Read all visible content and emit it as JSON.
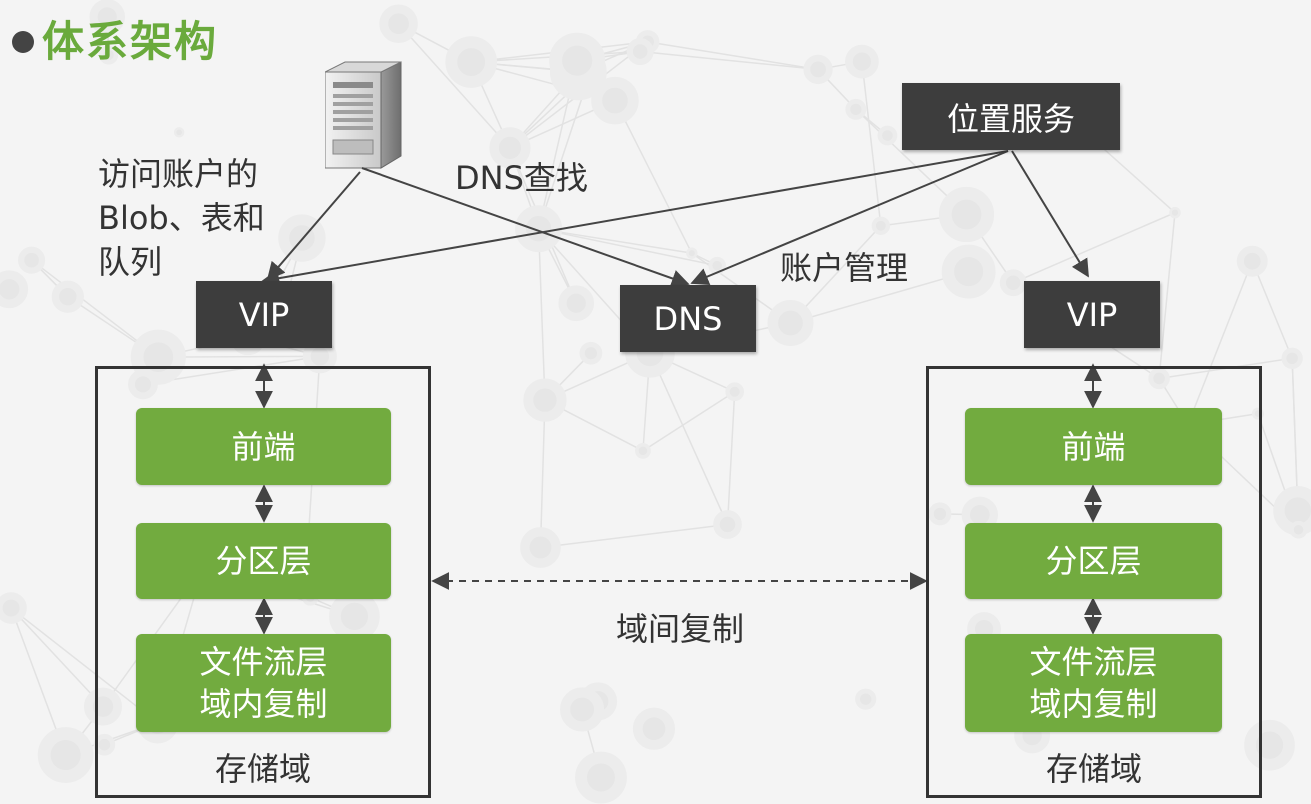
{
  "title": "体系架构",
  "access_label": [
    "访问账户的",
    "Blob、表和",
    "队列"
  ],
  "dns_lookup_label": "DNS查找",
  "location_service": "位置服务",
  "account_mgmt_label": "账户管理",
  "vip_left": "VIP",
  "vip_right": "VIP",
  "dns": "DNS",
  "inter_domain_label": "域间复制",
  "left_domain": {
    "front": "前端",
    "partition": "分区层",
    "stream": [
      "文件流层",
      "域内复制"
    ],
    "label": "存储域"
  },
  "right_domain": {
    "front": "前端",
    "partition": "分区层",
    "stream": [
      "文件流层",
      "域内复制"
    ],
    "label": "存储域"
  },
  "colors": {
    "accent": "#6aaa3c",
    "green_box": "#72ab3f",
    "dark_box": "#3d3d3d"
  },
  "icons": {
    "server": "server-icon",
    "bullet": "bullet-icon"
  }
}
